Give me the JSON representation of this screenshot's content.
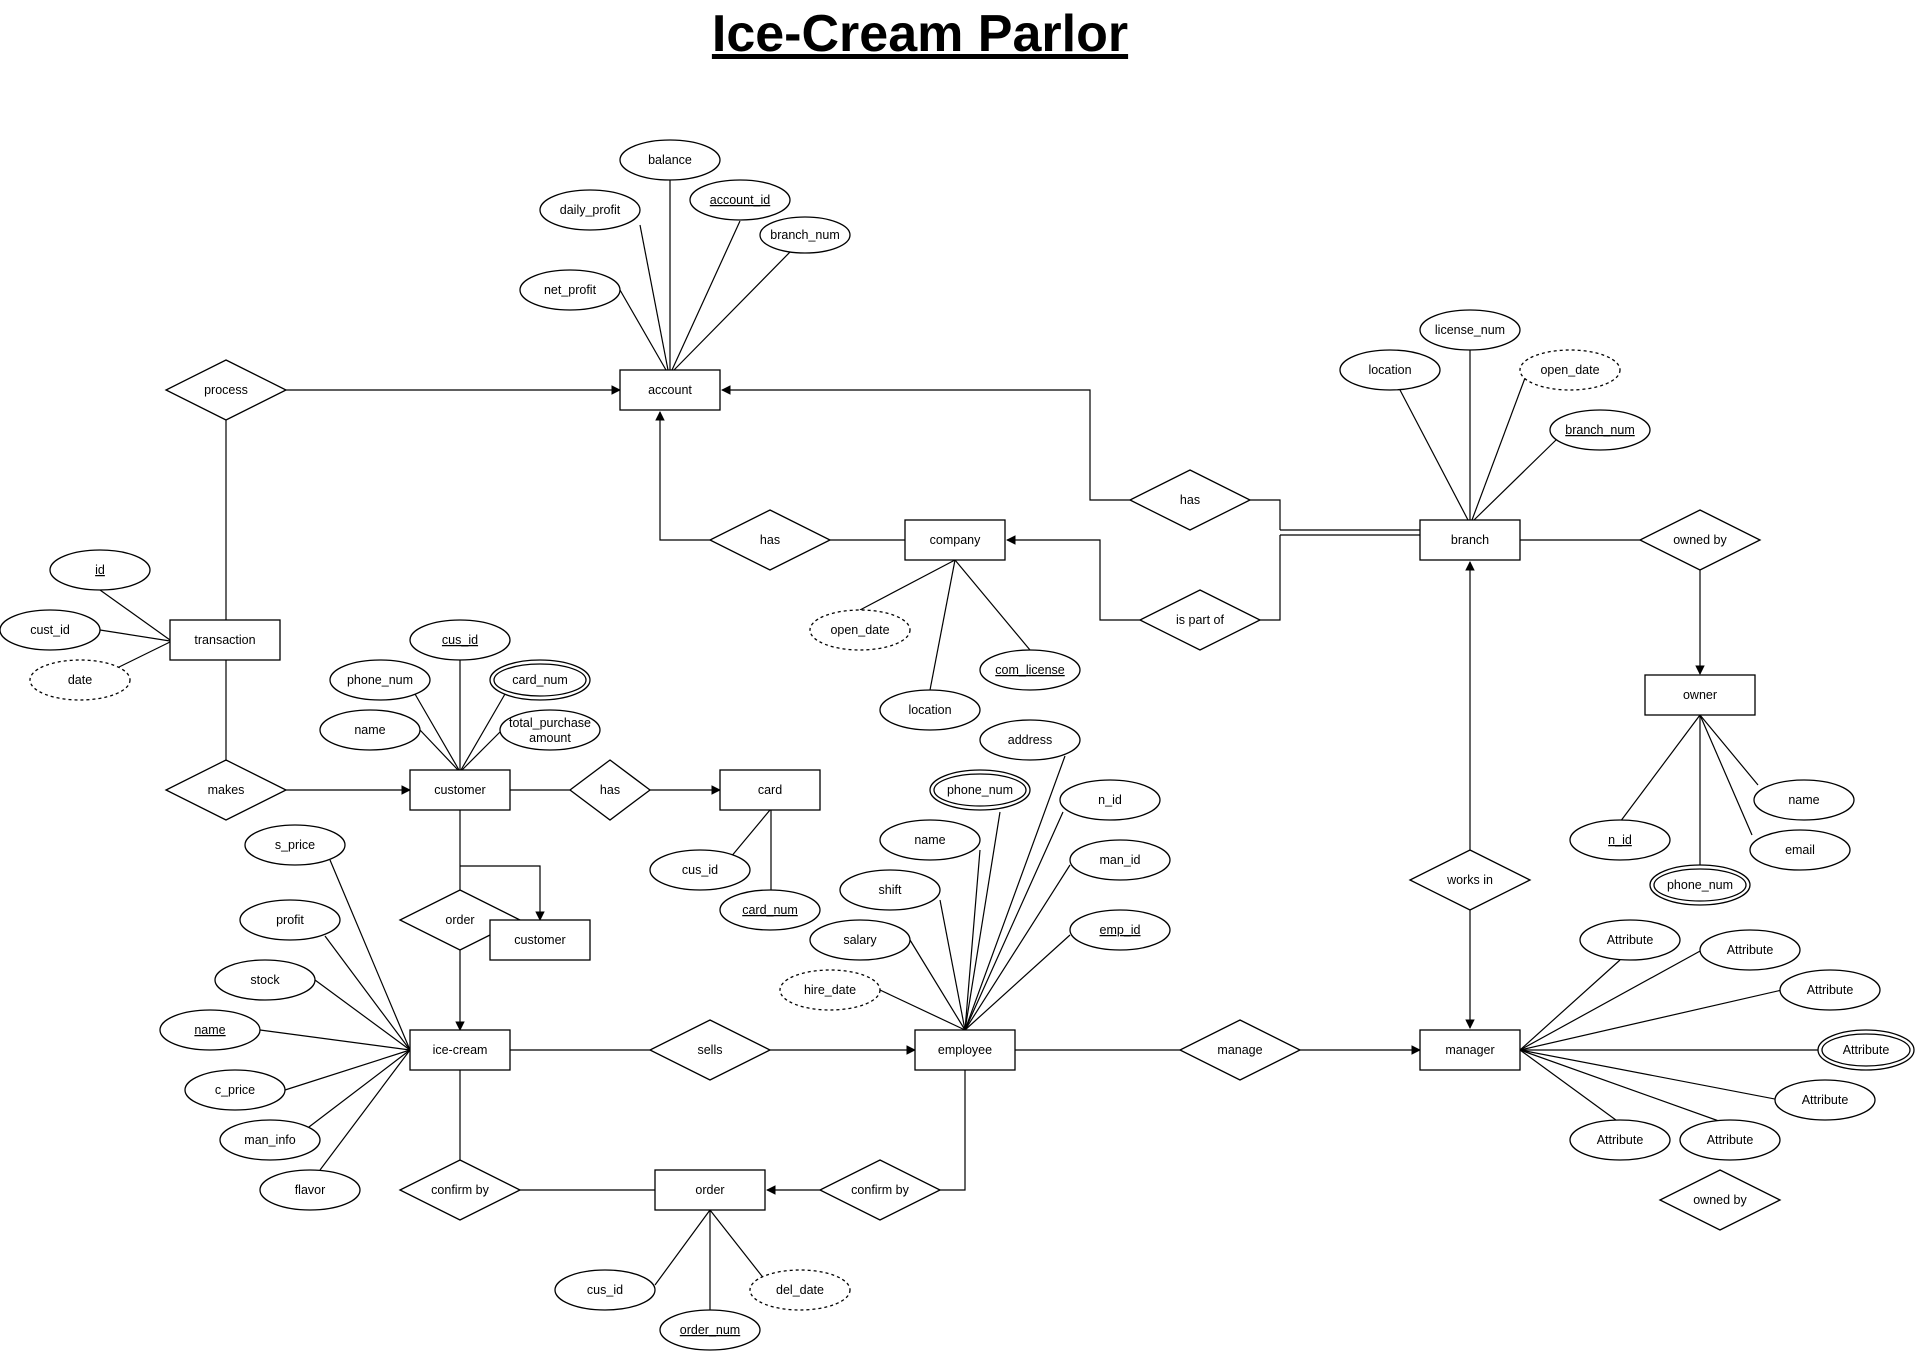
{
  "title": "Ice-Cream Parlor",
  "entities": {
    "account": "account",
    "company": "company",
    "branch": "branch",
    "transaction": "transaction",
    "customer": "customer",
    "card": "card",
    "customer2": "customer",
    "icecream": "ice-cream",
    "employee": "employee",
    "manager": "manager",
    "order": "order",
    "owner": "owner"
  },
  "relationships": {
    "process": "process",
    "has_company_account": "has",
    "has_branch_account": "has",
    "is_part_of": "is part of",
    "owned_by": "owned by",
    "makes": "makes",
    "has_card": "has",
    "order": "order",
    "sells": "sells",
    "manage": "manage",
    "works_in": "works in",
    "confirm_by_icecream": "confirm by",
    "confirm_by_employee": "confirm by",
    "owned_by_2": "owned by"
  },
  "attributes": {
    "acc_balance": "balance",
    "acc_daily_profit": "daily_profit",
    "acc_account_id": "account_id",
    "acc_branch_num": "branch_num",
    "acc_net_profit": "net_profit",
    "br_license_num": "license_num",
    "br_location": "location",
    "br_open_date": "open_date",
    "br_branch_num": "branch_num",
    "co_open_date": "open_date",
    "co_com_license": "com_license",
    "co_location": "location",
    "tr_id": "id",
    "tr_cust_id": "cust_id",
    "tr_date": "date",
    "cu_cus_id": "cus_id",
    "cu_phone_num": "phone_num",
    "cu_card_num": "card_num",
    "cu_name": "name",
    "cu_total_purchase_line1": "total_purchase",
    "cu_total_purchase_line2": "amount",
    "ca_cus_id": "cus_id",
    "ca_card_num": "card_num",
    "ic_s_price": "s_price",
    "ic_profit": "profit",
    "ic_stock": "stock",
    "ic_name": "name",
    "ic_c_price": "c_price",
    "ic_man_info": "man_info",
    "ic_flavor": "flavor",
    "em_address": "address",
    "em_phone_num": "phone_num",
    "em_n_id": "n_id",
    "em_name": "name",
    "em_man_id": "man_id",
    "em_shift": "shift",
    "em_salary": "salary",
    "em_emp_id": "emp_id",
    "em_hire_date": "hire_date",
    "or_cus_id": "cus_id",
    "or_del_date": "del_date",
    "or_order_num": "order_num",
    "ow_n_id": "n_id",
    "ow_name": "name",
    "ow_email": "email",
    "ow_phone_num": "phone_num",
    "mg_attr1": "Attribute",
    "mg_attr2": "Attribute",
    "mg_attr3": "Attribute",
    "mg_attr4": "Attribute",
    "mg_attr5": "Attribute",
    "mg_attr6": "Attribute",
    "mg_attr7": "Attribute"
  }
}
